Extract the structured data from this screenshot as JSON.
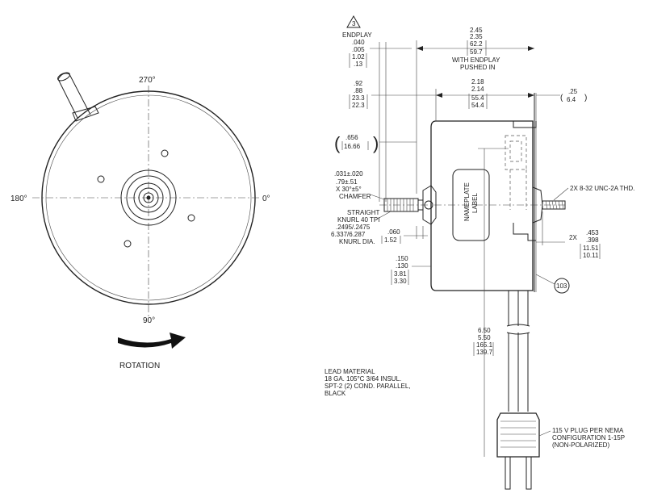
{
  "front_view": {
    "angle_270": "270°",
    "angle_180": "180°",
    "angle_0": "0°",
    "angle_90": "90°",
    "rotation_label": "ROTATION"
  },
  "side_view": {
    "endplay_label": "ENDPLAY",
    "endplay_lines": [
      ".040",
      ".005",
      "1.02",
      ".13"
    ],
    "overall_lines": [
      "2.45",
      "2.35",
      "62.2",
      "59.7"
    ],
    "overall_note": [
      "WITH ENDPLAY",
      "PUSHED IN"
    ],
    "body_lines": [
      "2.18",
      "2.14",
      "55.4",
      "54.4"
    ],
    "shaft_lines": [
      ".92",
      ".88",
      "23.3",
      "22.3"
    ],
    "pilot_lines": [
      ".25",
      "6.4"
    ],
    "knurl_len_lines": [
      ".656",
      "16.66"
    ],
    "chamfer_lines": [
      ".031±.020",
      ".79±.51",
      "X 30°±5°",
      "CHAMFER"
    ],
    "knurl_lines": [
      "STRAIGHT",
      "KNURL 40 TPI",
      ".2495/.2475",
      "6.337/6.287",
      "KNURL DIA."
    ],
    "boss_lines": [
      ".060",
      "1.52"
    ],
    "offset_lines": [
      ".150",
      ".130",
      "3.81",
      "3.30"
    ],
    "thread_note": "2X 8-32 UNC-2A THD.",
    "mount_prefix": "2X",
    "mount_lines": [
      ".453",
      ".398",
      "11.51",
      "10.11"
    ],
    "nameplate_lines": [
      "NAMEPLATE",
      "LABEL"
    ],
    "balloon": "103",
    "lead_len_lines": [
      "6.50",
      "5.50",
      "165.1",
      "139.7"
    ],
    "lead_material": [
      "LEAD MATERIAL",
      "18 GA. 105°C 3/64 INSUL.",
      "SPT-2 (2) COND. PARALLEL,",
      "BLACK"
    ],
    "plug_note": [
      "115 V PLUG PER NEMA",
      "CONFIGURATION 1-15P",
      "(NON-POLARIZED)"
    ],
    "warning_mark": "3"
  }
}
